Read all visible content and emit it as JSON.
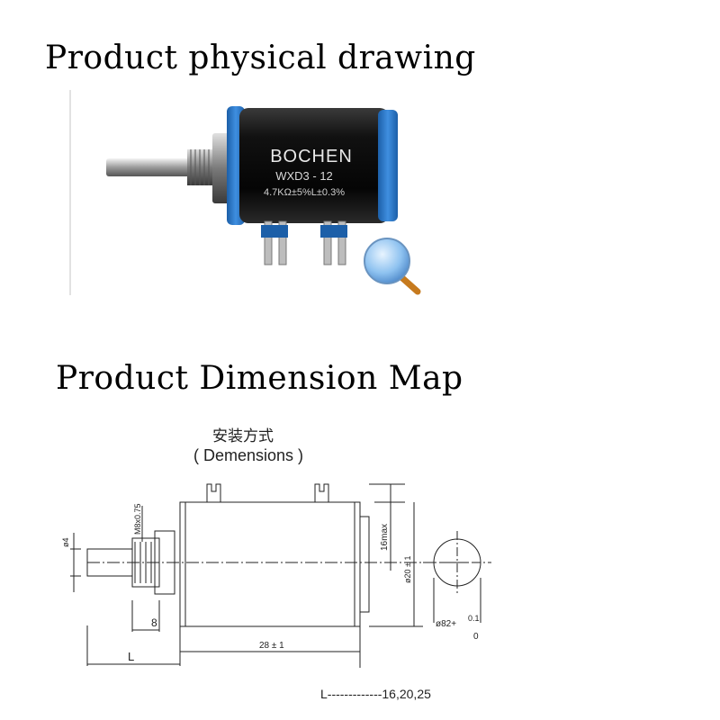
{
  "sections": {
    "photo_heading": "Product physical drawing",
    "map_heading": "Product Dimension Map"
  },
  "product": {
    "brand": "BOCHEN",
    "model": "WXD3 - 12",
    "spec": "4.7KΩ±5%L±0.3%"
  },
  "dimension_map": {
    "title_cn": "安装方式",
    "title_en": "( Demensions )",
    "labels": {
      "shaft_dia": "ø4",
      "thread": "M8x0.75",
      "height": "16max",
      "body_dia": "ø20 ± 1",
      "thread_len": "8",
      "length_L": "L",
      "body_len": "28 ± 1",
      "side_dia": "ø82+",
      "side_tol_upper": "0.1",
      "side_tol_lower": "0",
      "legend": "L-------------16,20,25"
    }
  },
  "icons": [
    "magnifier-icon"
  ]
}
